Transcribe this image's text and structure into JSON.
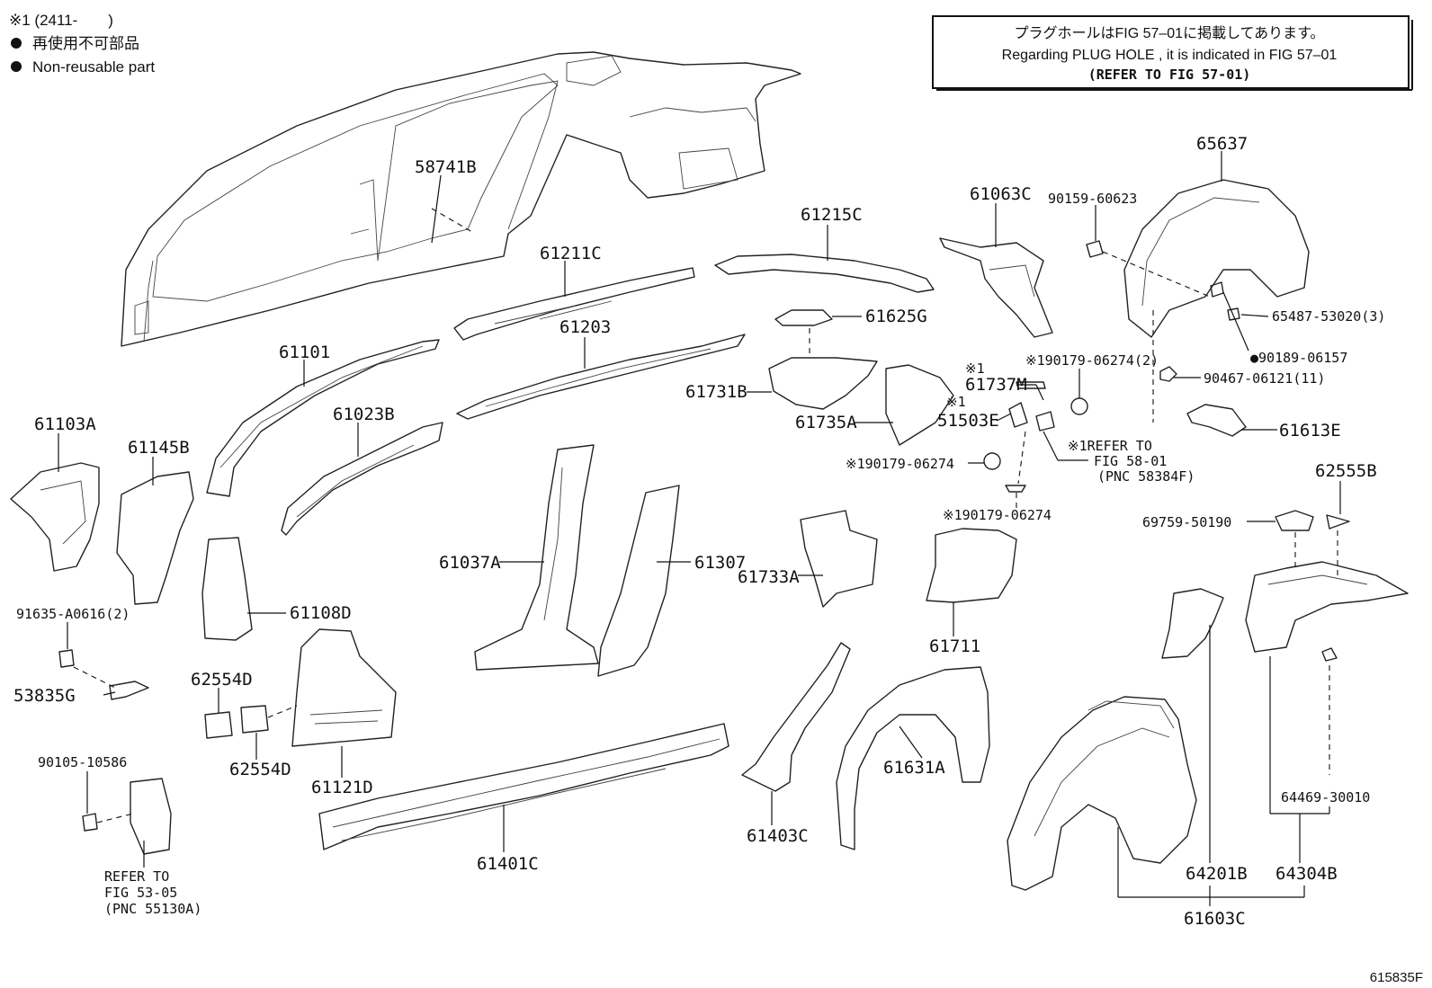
{
  "legend": {
    "serial_note": "※1 (2411-　　)",
    "nonreusable_jp": "再使用不可部品",
    "nonreusable_en": "Non-reusable part"
  },
  "note_box": {
    "line1": "プラグホールはFIG 57‒01に掲載してあります。",
    "line2": "Regarding  PLUG  HOLE , it is indicated in FIG  57‒01",
    "line3": "(REFER TO FIG 57-01)"
  },
  "figure_number": "615835F",
  "parts": {
    "p58741B": "58741B",
    "p61211C": "61211C",
    "p61215C": "61215C",
    "p61063C": "61063C",
    "p90159_60623": "90159-60623",
    "p65637": "65637",
    "p65487": "65487-53020(3)",
    "p90189": "●90189-06157",
    "p90467": "90467-06121(11)",
    "p61613E": "61613E",
    "p61101": "61101",
    "p61203": "61203",
    "p61625G": "61625G",
    "p61731B": "61731B",
    "p61735A": "61735A",
    "p61737M": "61737M",
    "p61737M_mark": "※1",
    "p51503E": "51503E",
    "p51503E_mark": "※1",
    "p190179_2": "※190179-06274(2)",
    "p190179_a": "※190179-06274",
    "p190179_b": "※190179-06274",
    "p61103A": "61103A",
    "p61145B": "61145B",
    "p61023B": "61023B",
    "p61037A": "61037A",
    "p61307": "61307",
    "p61733A": "61733A",
    "p61711": "61711",
    "p62555B": "62555B",
    "p69759": "69759-50190",
    "p91635": "91635-A0616(2)",
    "p61108D": "61108D",
    "p53835G": "53835G",
    "p62554D_a": "62554D",
    "p62554D_b": "62554D",
    "p61121D": "61121D",
    "p90105": "90105-10586",
    "p61401C": "61401C",
    "p61403C": "61403C",
    "p61631A": "61631A",
    "p64201B": "64201B",
    "p64304B": "64304B",
    "p64469": "64469-30010",
    "p61603C": "61603C"
  },
  "references": {
    "ref_58_1": "※1REFER TO",
    "ref_58_2": "FIG 58-01",
    "ref_58_3": "(PNC 58384F)",
    "ref_53_1": "REFER TO",
    "ref_53_2": "FIG 53-05",
    "ref_53_3": "(PNC 55130A)"
  }
}
